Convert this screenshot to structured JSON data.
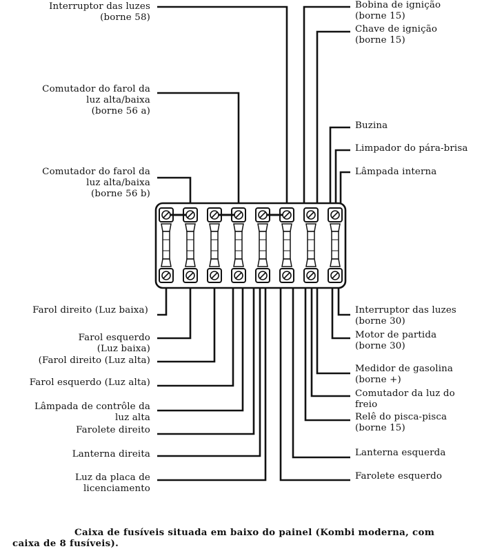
{
  "diagram": {
    "left_labels": [
      {
        "id": "interruptor-luzes-58",
        "lines": [
          "Interruptor das luzes",
          "(borne 58)"
        ]
      },
      {
        "id": "comutador-farol-56a",
        "lines": [
          "Comutador do farol da",
          "luz alta/baixa",
          "(borne 56 a)"
        ]
      },
      {
        "id": "comutador-farol-56b",
        "lines": [
          "Comutador do farol da",
          "luz alta/baixa",
          "(borne 56 b)"
        ]
      },
      {
        "id": "farol-direito-baixa",
        "lines": [
          "Farol direito (Luz baixa)"
        ]
      },
      {
        "id": "farol-esquerdo-baixa",
        "lines": [
          "Farol esquerdo",
          "(Luz baixa)"
        ]
      },
      {
        "id": "farol-direito-alta",
        "lines": [
          "(Farol direito (Luz alta)"
        ]
      },
      {
        "id": "farol-esquerdo-alta",
        "lines": [
          "Farol esquerdo (Luz alta)"
        ]
      },
      {
        "id": "lampada-controle",
        "lines": [
          "Lâmpada de contrôle da",
          "luz alta"
        ]
      },
      {
        "id": "farolete-direito",
        "lines": [
          "Farolete direito"
        ]
      },
      {
        "id": "lanterna-direita",
        "lines": [
          "Lanterna direita"
        ]
      },
      {
        "id": "luz-placa",
        "lines": [
          "Luz da placa de",
          "licenciamento"
        ]
      }
    ],
    "right_labels": [
      {
        "id": "bobina-ignicao",
        "lines": [
          "Bobina de ignição",
          "(borne 15)"
        ]
      },
      {
        "id": "chave-ignicao",
        "lines": [
          "Chave de ignição",
          "(borne 15)"
        ]
      },
      {
        "id": "buzina",
        "lines": [
          "Buzina"
        ]
      },
      {
        "id": "limpador",
        "lines": [
          "Limpador do pára-brisa"
        ]
      },
      {
        "id": "lampada-interna",
        "lines": [
          "Lâmpada interna"
        ]
      },
      {
        "id": "interruptor-luzes-30",
        "lines": [
          "Interruptor das luzes",
          "(borne 30)"
        ]
      },
      {
        "id": "motor-partida",
        "lines": [
          "Motor de partida",
          "(borne 30)"
        ]
      },
      {
        "id": "medidor-gasolina",
        "lines": [
          "Medidor de gasolina",
          "(borne +)"
        ]
      },
      {
        "id": "comutador-freio",
        "lines": [
          "Comutador da luz do",
          "freio"
        ]
      },
      {
        "id": "rele-pisca",
        "lines": [
          "Relê do pisca-pisca",
          "(borne 15)"
        ]
      },
      {
        "id": "lanterna-esquerda",
        "lines": [
          "Lanterna esquerda"
        ]
      },
      {
        "id": "farolete-esquerdo",
        "lines": [
          "Farolete esquerdo"
        ]
      }
    ],
    "caption_lines": [
      "Caixa de fusíveis situada em baixo do painel (Kombi moderna, com",
      "caixa de 8 fusíveis)."
    ]
  }
}
